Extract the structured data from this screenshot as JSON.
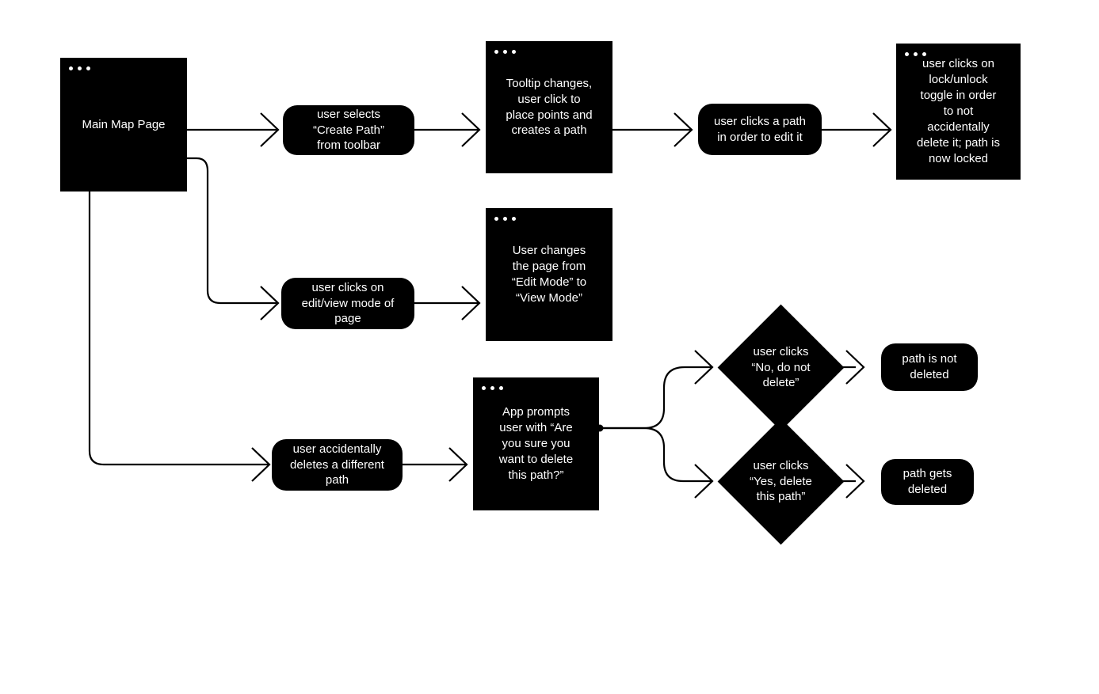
{
  "diagram": {
    "title": "Map Path Editing User Flow",
    "background_color": "#ffffff",
    "node_fill_color": "#000000",
    "node_text_color": "#ffffff",
    "edge_color": "#000000",
    "window_dot_count": 3
  },
  "nodes": {
    "main_map_page": {
      "label": "Main Map Page",
      "type": "window",
      "font_size": "15px"
    },
    "create_path": {
      "label": "user selects\n“Create Path”\nfrom toolbar",
      "type": "step",
      "font_size": "15px"
    },
    "tooltip_changes": {
      "label": "Tooltip changes,\nuser click to\nplace points and\ncreates a path",
      "type": "window",
      "font_size": "15px"
    },
    "clicks_path_edit": {
      "label": "user clicks a path\nin order to edit it",
      "type": "step",
      "font_size": "15px"
    },
    "lock_toggle": {
      "label": "user clicks on\nlock/unlock\ntoggle in order\nto not\naccidentally\ndelete it; path is\nnow locked",
      "type": "window",
      "font_size": "15px"
    },
    "edit_view_mode": {
      "label": "user clicks on\nedit/view mode of\npage",
      "type": "step",
      "font_size": "15px"
    },
    "view_mode_result": {
      "label": "User changes\nthe page from\n“Edit Mode” to\n“View Mode”",
      "type": "window",
      "font_size": "15px"
    },
    "accidental_delete": {
      "label": "user accidentally\ndeletes a different\npath",
      "type": "step",
      "font_size": "15px"
    },
    "app_prompt": {
      "label": "App prompts\nuser with “Are\nyou sure you\nwant to delete\nthis path?”",
      "type": "window",
      "font_size": "15px"
    },
    "decision_no": {
      "label": "user clicks\n“No, do not\ndelete”",
      "type": "diamond",
      "font_size": "15px"
    },
    "decision_yes": {
      "label": "user clicks\n“Yes, delete\nthis path”",
      "type": "diamond",
      "font_size": "15px"
    },
    "not_deleted": {
      "label": "path is not\ndeleted",
      "type": "step",
      "font_size": "15px"
    },
    "gets_deleted": {
      "label": "path gets\ndeleted",
      "type": "step",
      "font_size": "15px"
    }
  },
  "edges": [
    {
      "id": "e1",
      "from": "main_map_page",
      "to": "create_path",
      "style": "straight"
    },
    {
      "id": "e2",
      "from": "create_path",
      "to": "tooltip_changes",
      "style": "straight"
    },
    {
      "id": "e3",
      "from": "tooltip_changes",
      "to": "clicks_path_edit",
      "style": "straight"
    },
    {
      "id": "e4",
      "from": "clicks_path_edit",
      "to": "lock_toggle",
      "style": "straight"
    },
    {
      "id": "e5",
      "from": "main_map_page",
      "to": "edit_view_mode",
      "style": "elbow-down"
    },
    {
      "id": "e6",
      "from": "edit_view_mode",
      "to": "view_mode_result",
      "style": "straight"
    },
    {
      "id": "e7",
      "from": "main_map_page",
      "to": "accidental_delete",
      "style": "elbow-down"
    },
    {
      "id": "e8",
      "from": "accidental_delete",
      "to": "app_prompt",
      "style": "straight"
    },
    {
      "id": "e9",
      "from": "app_prompt",
      "to": "decision_no",
      "style": "branch-up"
    },
    {
      "id": "e10",
      "from": "app_prompt",
      "to": "decision_yes",
      "style": "branch-down"
    },
    {
      "id": "e11",
      "from": "decision_no",
      "to": "not_deleted",
      "style": "straight"
    },
    {
      "id": "e12",
      "from": "decision_yes",
      "to": "gets_deleted",
      "style": "straight"
    }
  ]
}
